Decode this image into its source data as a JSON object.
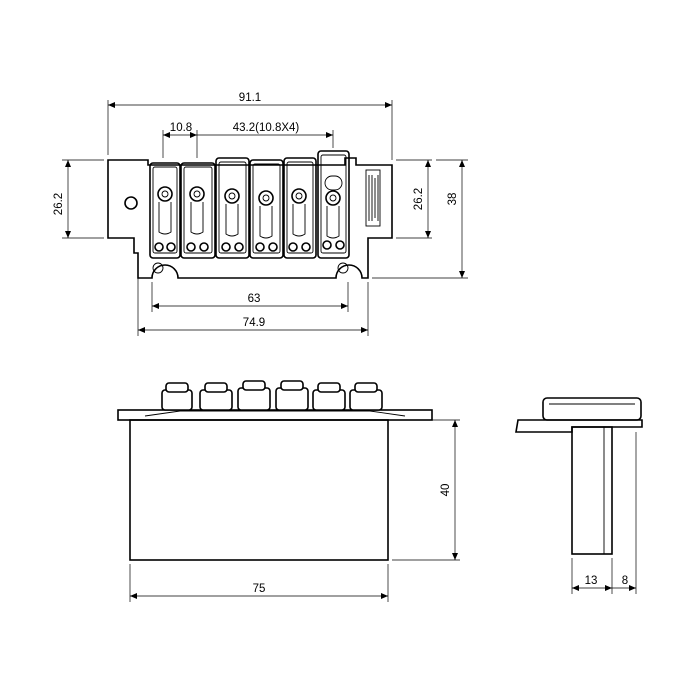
{
  "dimensions": {
    "top_overall_width": "91.1",
    "string_spacing": "10.8",
    "spacing_total": "43.2(10.8X4)",
    "plate_height": "26.2",
    "saddle_height": "26.2",
    "overall_height": "38",
    "mount_spacing": "63",
    "base_width": "74.9",
    "block_depth": "40",
    "block_width": "75",
    "side_block_width": "13",
    "side_offset": "8"
  },
  "views": {
    "top": "top-view",
    "front": "front-view",
    "side": "side-view"
  },
  "colors": {
    "line": "#000000",
    "background": "#ffffff"
  }
}
